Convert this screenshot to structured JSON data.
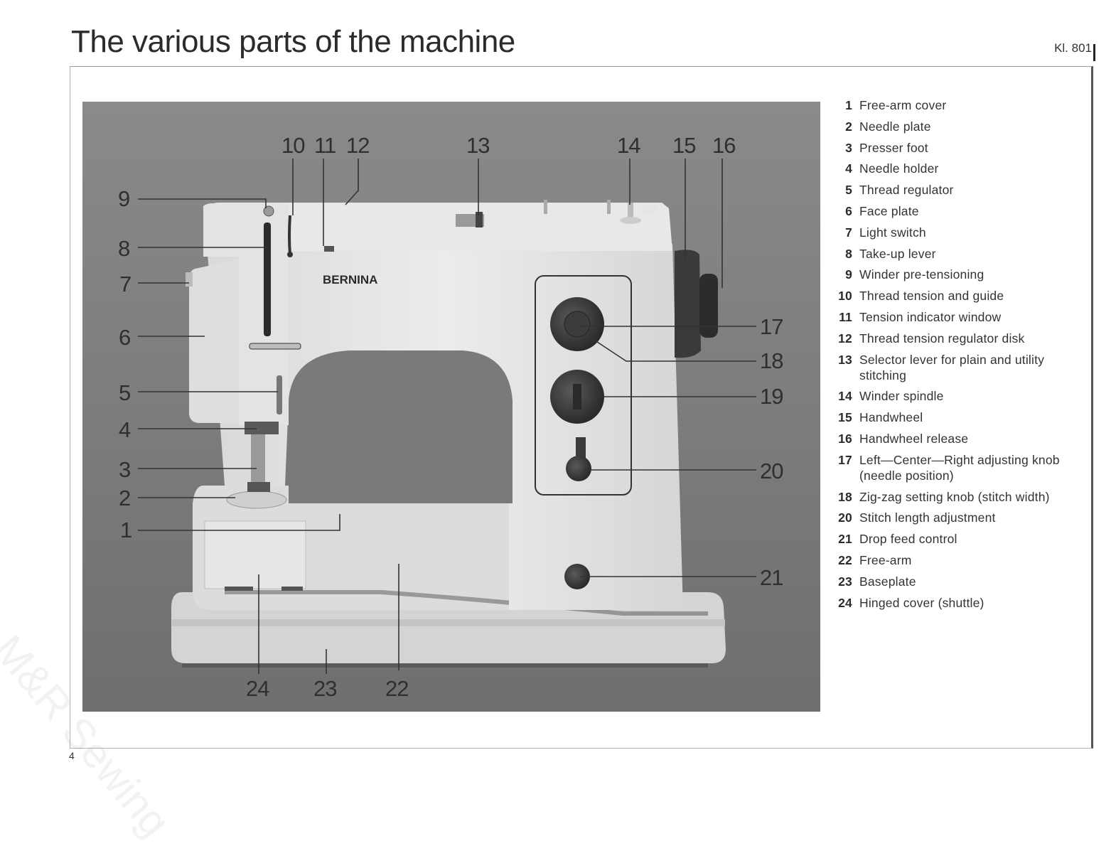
{
  "header": {
    "title": "The various parts of the machine",
    "model_code": "Kl. 801"
  },
  "figure": {
    "brand_label": "BERNINA",
    "callouts": {
      "c1": "1",
      "c2": "2",
      "c3": "3",
      "c4": "4",
      "c5": "5",
      "c6": "6",
      "c7": "7",
      "c8": "8",
      "c9": "9",
      "c10": "10",
      "c11": "11",
      "c12": "12",
      "c13": "13",
      "c14": "14",
      "c15": "15",
      "c16": "16",
      "c17": "17",
      "c18": "18",
      "c19": "19",
      "c20": "20",
      "c21": "21",
      "c22": "22",
      "c23": "23",
      "c24": "24"
    }
  },
  "legend": [
    {
      "num": "1",
      "text": "Free-arm cover"
    },
    {
      "num": "2",
      "text": "Needle plate"
    },
    {
      "num": "3",
      "text": "Presser foot"
    },
    {
      "num": "4",
      "text": "Needle holder"
    },
    {
      "num": "5",
      "text": "Thread regulator"
    },
    {
      "num": "6",
      "text": "Face plate"
    },
    {
      "num": "7",
      "text": "Light switch"
    },
    {
      "num": "8",
      "text": "Take-up lever"
    },
    {
      "num": "9",
      "text": "Winder pre-tensioning"
    },
    {
      "num": "10",
      "text": "Thread tension and guide"
    },
    {
      "num": "11",
      "text": "Tension indicator window"
    },
    {
      "num": "12",
      "text": "Thread tension regulator disk"
    },
    {
      "num": "13",
      "text": "Selector lever for plain and utility stitching"
    },
    {
      "num": "14",
      "text": "Winder spindle"
    },
    {
      "num": "15",
      "text": "Handwheel"
    },
    {
      "num": "16",
      "text": "Handwheel release"
    },
    {
      "num": "17",
      "text": "Left—Center—Right adjusting knob (needle position)"
    },
    {
      "num": "18",
      "text": "Zig-zag setting knob (stitch width)"
    },
    {
      "num": "20",
      "text": "Stitch length adjustment"
    },
    {
      "num": "21",
      "text": "Drop feed control"
    },
    {
      "num": "22",
      "text": "Free-arm"
    },
    {
      "num": "23",
      "text": "Baseplate"
    },
    {
      "num": "24",
      "text": "Hinged cover (shuttle)"
    }
  ],
  "footer": {
    "page_number": "4",
    "watermark": "M&R Sewing"
  }
}
